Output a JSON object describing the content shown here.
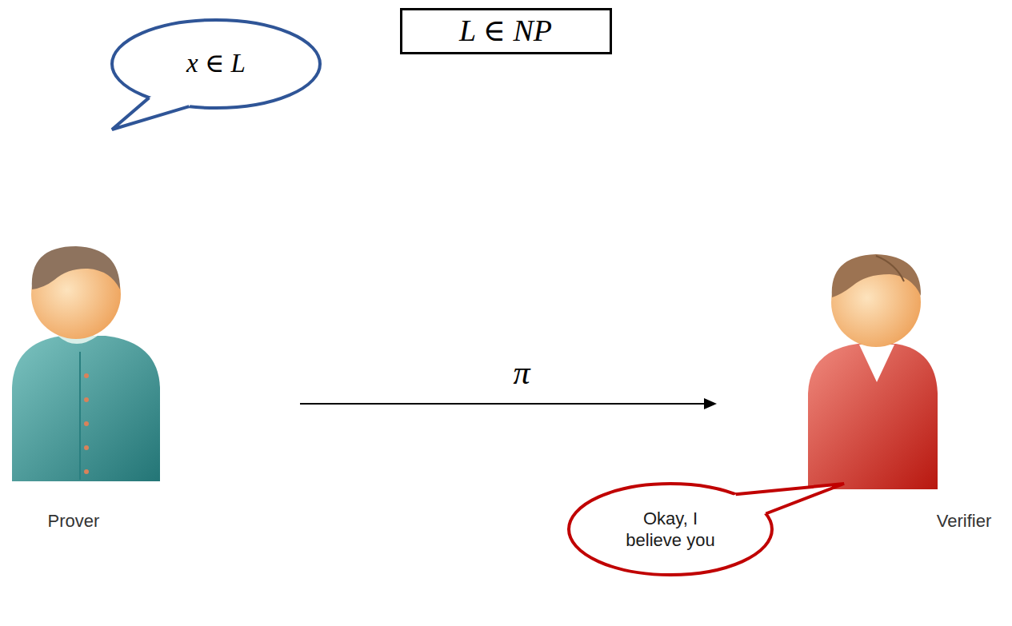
{
  "diagram": {
    "nodes": [
      {
        "text": [
          "L ∈ NP"
        ]
      },
      {
        "text": [
          "x ∈ L"
        ]
      },
      {
        "text": [
          "Okay, I believe you"
        ]
      }
    ],
    "labels": [
      "π",
      "Prover",
      "Verifier"
    ]
  }
}
